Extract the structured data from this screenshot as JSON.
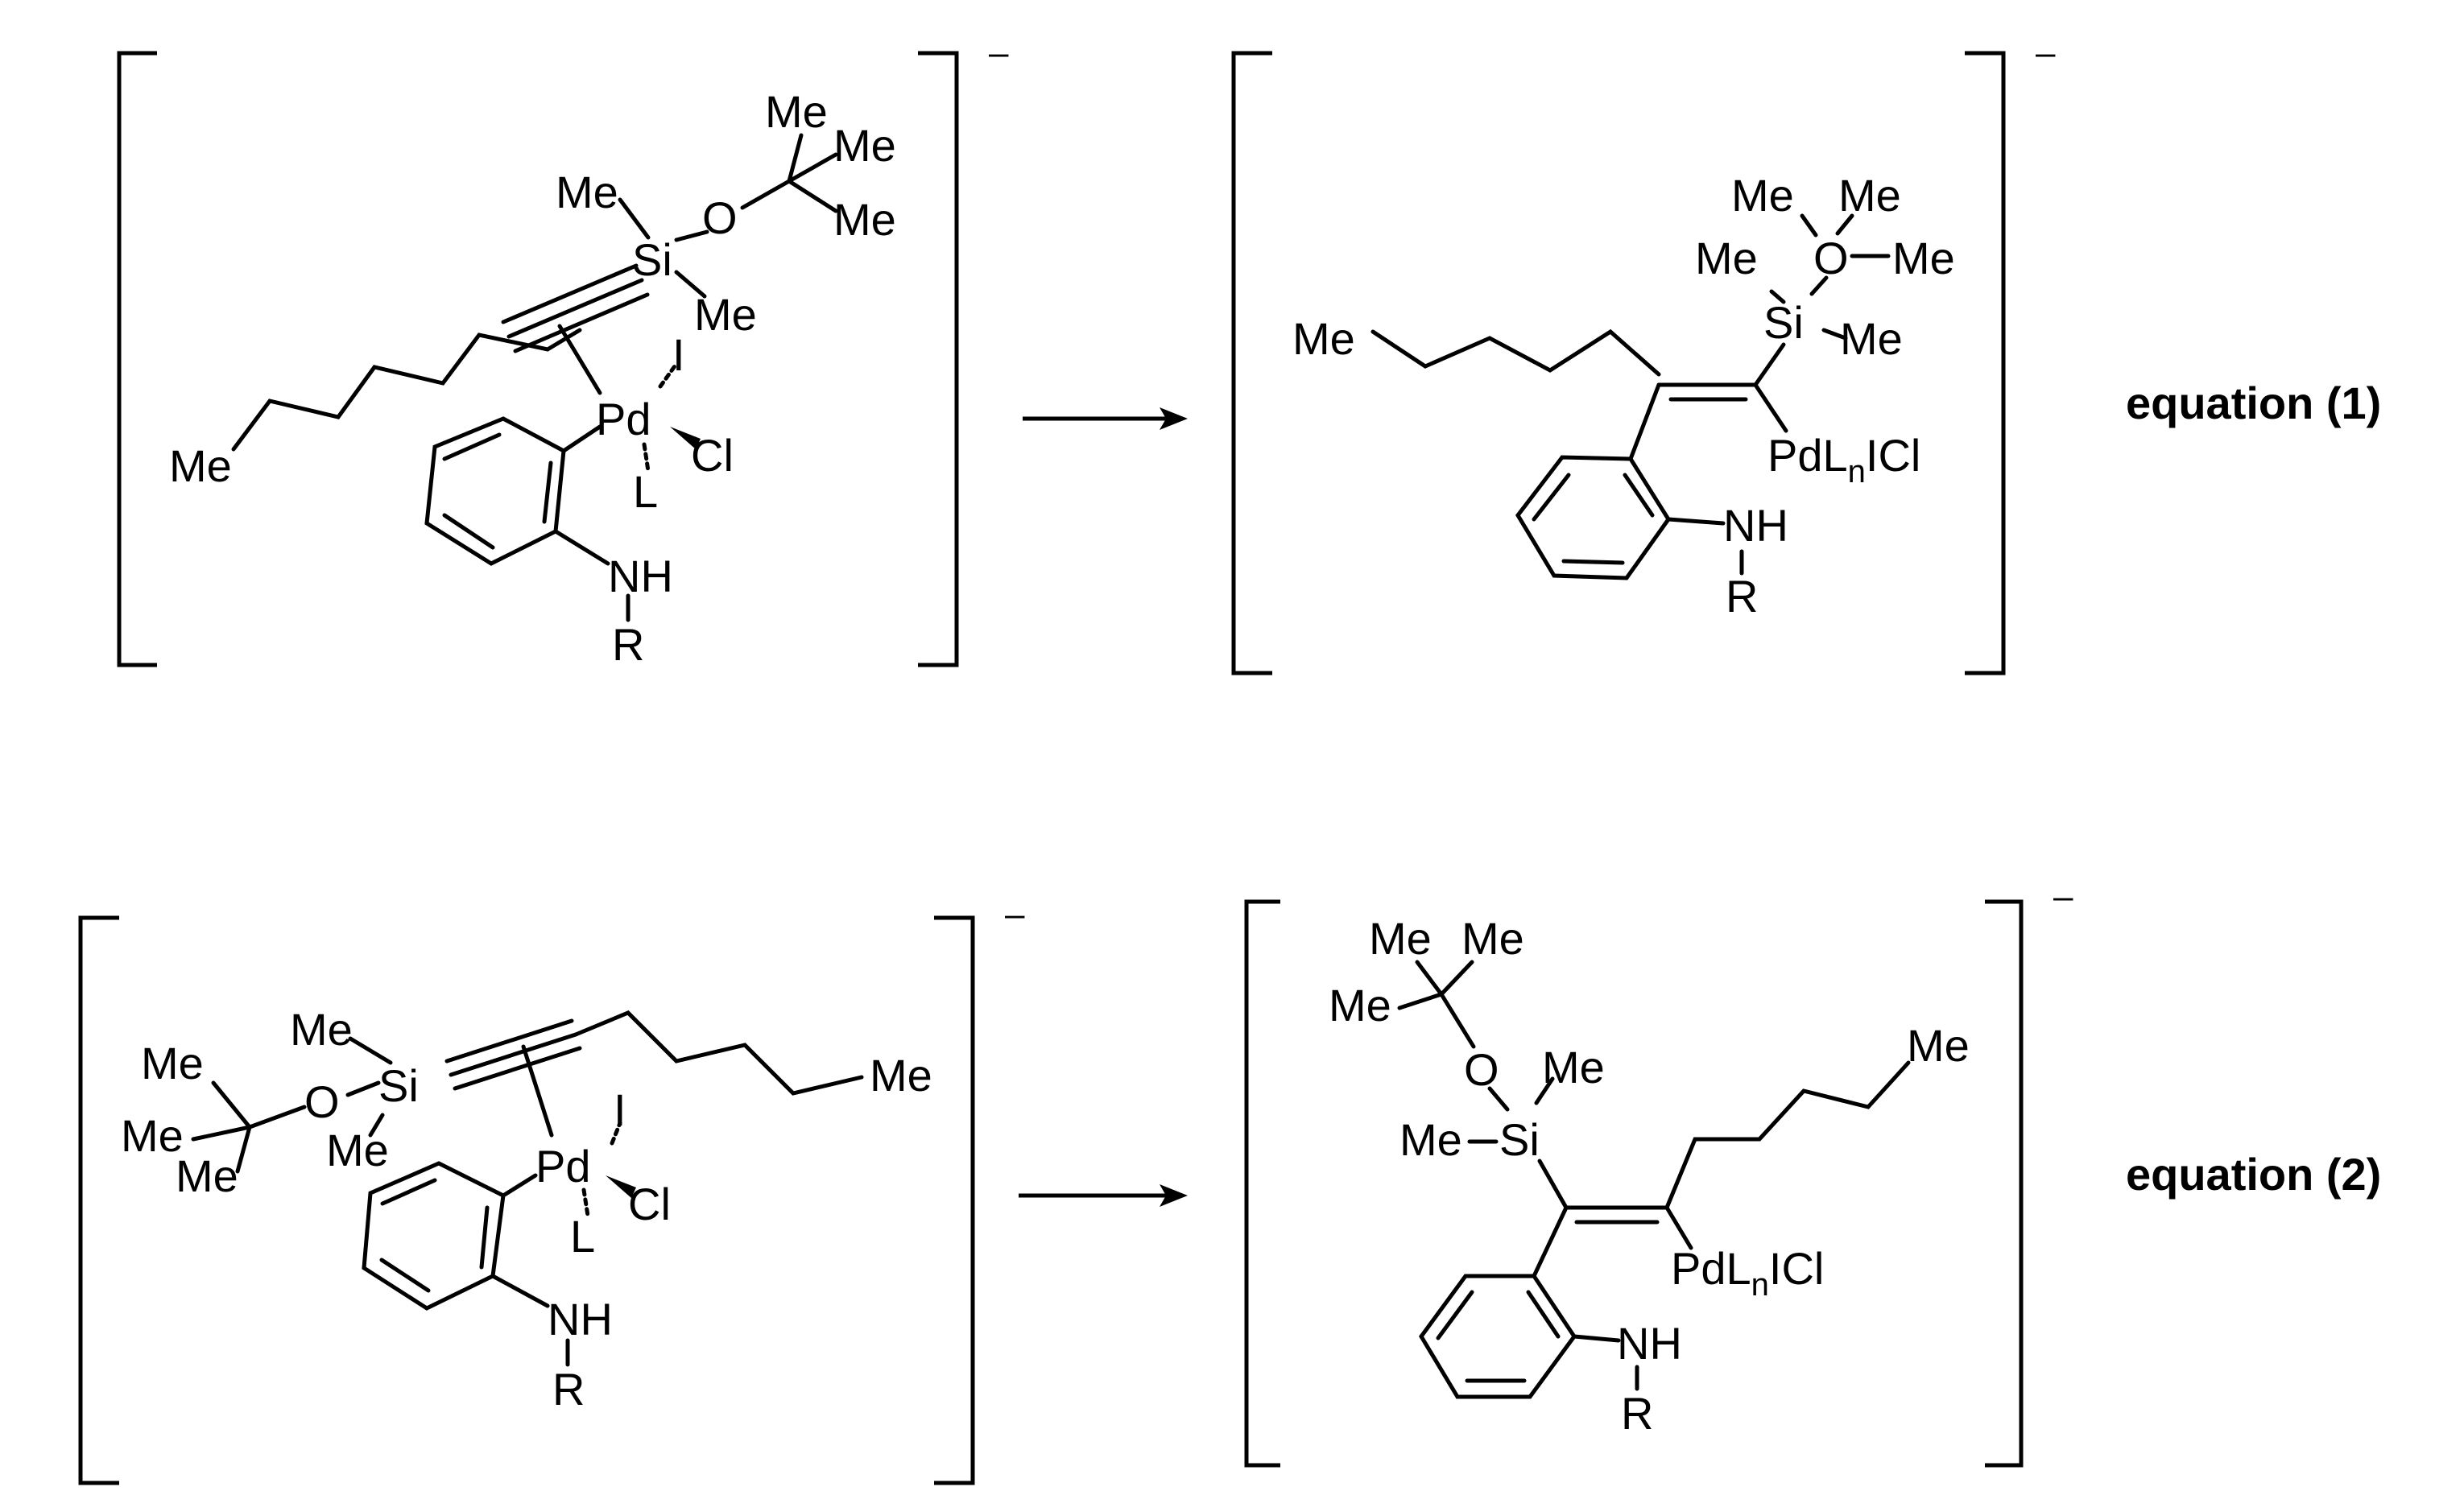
{
  "atoms": {
    "me": "Me",
    "si": "Si",
    "o": "O",
    "pd": "Pd",
    "i": "I",
    "cl": "Cl",
    "l": "L",
    "nh": "NH",
    "r": "R",
    "pdlnicl_a": "PdL",
    "pdlnicl_n": "n",
    "pdlnicl_b": "ICl"
  },
  "charge": "–",
  "equations": [
    {
      "label": "equation (1)"
    },
    {
      "label": "equation (2)"
    }
  ],
  "colors": {
    "ink": "#000000",
    "background": "#ffffff"
  }
}
